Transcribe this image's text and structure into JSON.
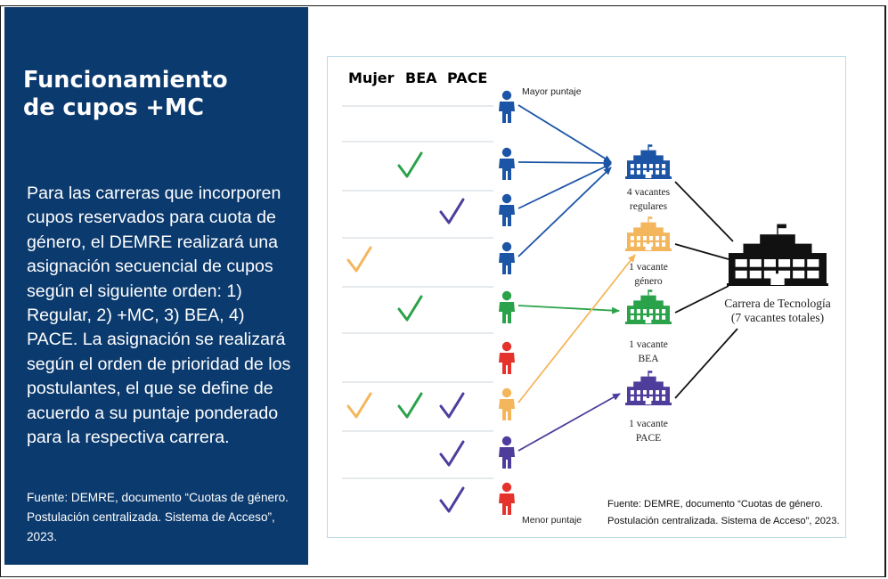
{
  "panel": {
    "title_line1": "Funcionamiento",
    "title_line2": "de cupos +MC",
    "body": "Para las carreras que incorporen cupos reservados para cuota de género, el DEMRE realizará una asignación secuencial de cupos según el siguiente orden: 1) Regular, 2) +MC, 3) BEA, 4) PACE. La asignación se realizará según el orden de prioridad de los postulantes, el que se define de acuerdo a su puntaje ponderado para la respectiva carrera.",
    "source": "Fuente: DEMRE, documento “Cuotas de género. Postulación centralizada. Sistema de Acceso”, 2023."
  },
  "diagram": {
    "legend": {
      "mujer": "Mujer",
      "bea": "BEA",
      "pace": "PACE"
    },
    "top_label": "Mayor puntaje",
    "bottom_label": "Menor puntaje",
    "colors": {
      "mujer": "#f4b65c",
      "bea": "#2aa24a",
      "pace": "#4f3d9c",
      "regular": "#1c55a5",
      "red": "#e5322d",
      "main": "#111111"
    },
    "applicants": [
      {
        "color": "regular",
        "mujer": false,
        "bea": false,
        "pace": false,
        "target": "regular"
      },
      {
        "color": "regular",
        "mujer": false,
        "bea": true,
        "pace": false,
        "target": "regular"
      },
      {
        "color": "regular",
        "mujer": false,
        "bea": false,
        "pace": true,
        "target": "regular"
      },
      {
        "color": "regular",
        "mujer": true,
        "bea": false,
        "pace": false,
        "target": "regular"
      },
      {
        "color": "bea",
        "mujer": false,
        "bea": true,
        "pace": false,
        "target": "bea"
      },
      {
        "color": "red",
        "mujer": false,
        "bea": false,
        "pace": false,
        "target": ""
      },
      {
        "color": "mujer",
        "mujer": true,
        "bea": true,
        "pace": true,
        "target": "genero"
      },
      {
        "color": "pace",
        "mujer": false,
        "bea": false,
        "pace": true,
        "target": "pace"
      },
      {
        "color": "red",
        "mujer": false,
        "bea": false,
        "pace": true,
        "target": ""
      }
    ],
    "quotas": {
      "regular": {
        "line1": "4 vacantes",
        "line2": "regulares",
        "color": "regular"
      },
      "genero": {
        "line1": "1 vacante",
        "line2": "género",
        "color": "mujer"
      },
      "bea": {
        "line1": "1 vacante",
        "line2": "BEA",
        "color": "bea"
      },
      "pace": {
        "line1": "1 vacante",
        "line2": "PACE",
        "color": "pace"
      }
    },
    "career": {
      "line1": "Carrera de Tecnología",
      "line2": "(7 vacantes totales)"
    },
    "source_line1": "Fuente: DEMRE, documento  “Cuotas de género.",
    "source_line2": "Postulación centralizada. Sistema de Acceso”, 2023."
  }
}
